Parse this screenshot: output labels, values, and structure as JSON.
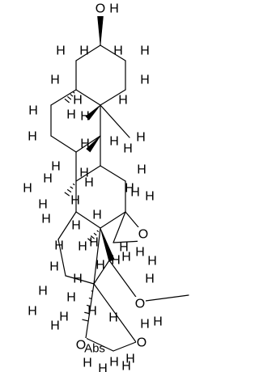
{
  "structure": {
    "labels": {
      "hydroxyl": "O",
      "hydroxyl_h": "H",
      "ring_oxygen_upper": "O",
      "ring_oxygen_lower": "O",
      "ring_oxygen_inner": "O",
      "abs_marker": "Abs",
      "methyl": "O"
    },
    "hydrogens": [
      "H",
      "H",
      "H",
      "H",
      "H",
      "H",
      "H",
      "H",
      "H",
      "H",
      "H",
      "H",
      "H",
      "H",
      "H",
      "H",
      "H",
      "H",
      "H",
      "H",
      "H",
      "H",
      "H",
      "H",
      "H",
      "H",
      "H",
      "H",
      "H",
      "H",
      "H",
      "H",
      "H",
      "H",
      "H",
      "H",
      "H",
      "H",
      "H",
      "H",
      "H",
      "H",
      "H",
      "H",
      "H",
      "H",
      "H",
      "H",
      "H",
      "H",
      "H",
      "H",
      "H",
      "H",
      "H",
      "H"
    ]
  }
}
